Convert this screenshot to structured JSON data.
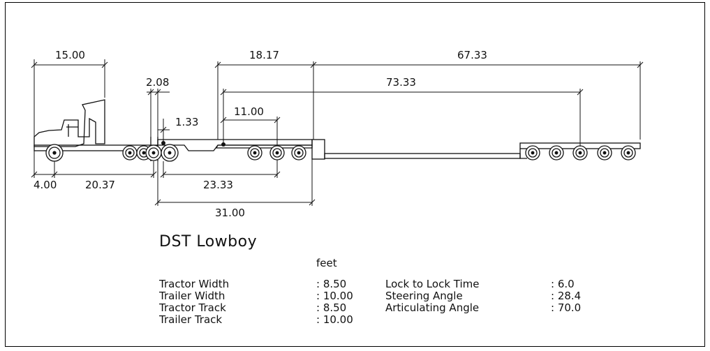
{
  "drawing": {
    "title": "DST Lowboy",
    "units": "feet",
    "dimensions": {
      "tractor_length": "15.00",
      "front_overhang": "4.00",
      "wheelbase": "20.37",
      "kingpin_offset": "2.08",
      "fifth_wheel_offset": "1.33",
      "trailer_axle_spacing": "11.00",
      "trailer_wheelbase": "23.33",
      "deck_length": "31.00",
      "gooseneck_length": "18.17",
      "dolly_length": "67.33",
      "dolly_wheelbase": "73.33"
    },
    "specs_left": [
      {
        "label": "Tractor Width",
        "value": ": 8.50"
      },
      {
        "label": "Trailer Width",
        "value": ": 10.00"
      },
      {
        "label": "Tractor Track",
        "value": ": 8.50"
      },
      {
        "label": "Trailer Track",
        "value": ": 10.00"
      }
    ],
    "specs_right": [
      {
        "label": "Lock to Lock Time",
        "value": ": 6.0"
      },
      {
        "label": "Steering Angle",
        "value": ": 28.4"
      },
      {
        "label": "Articulating Angle",
        "value": ": 70.0"
      }
    ]
  }
}
